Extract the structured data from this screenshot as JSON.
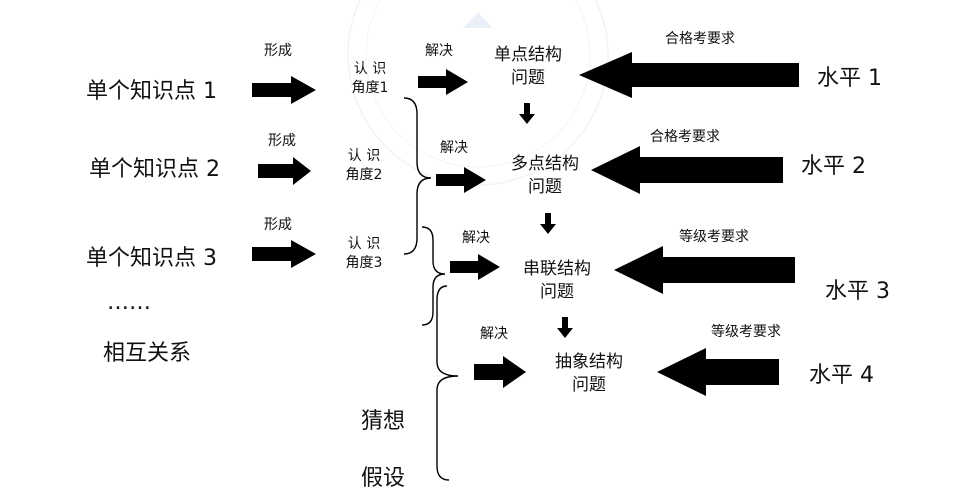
{
  "knowledge_points": [
    "单个知识点 1",
    "单个知识点 2",
    "单个知识点 3"
  ],
  "ellipsis": "……",
  "mutual_relation": "相互关系",
  "form_label": "形成",
  "solve_label": "解决",
  "cognition": [
    {
      "line1": "认  识",
      "line2": "角度1"
    },
    {
      "line1": "认  识",
      "line2": "角度2"
    },
    {
      "line1": "认  识",
      "line2": "角度3"
    }
  ],
  "guess": {
    "line1": "猜想",
    "line2": "假设"
  },
  "structures": [
    {
      "line1": "单点结构",
      "line2": "问题"
    },
    {
      "line1": "多点结构",
      "line2": "问题"
    },
    {
      "line1": "串联结构",
      "line2": "问题"
    },
    {
      "line1": "抽象结构",
      "line2": "问题"
    }
  ],
  "requirements": [
    "合格考要求",
    "合格考要求",
    "等级考要求",
    "等级考要求"
  ],
  "levels": [
    "水平 1",
    "水平 2",
    "水平 3",
    "水平 4"
  ]
}
